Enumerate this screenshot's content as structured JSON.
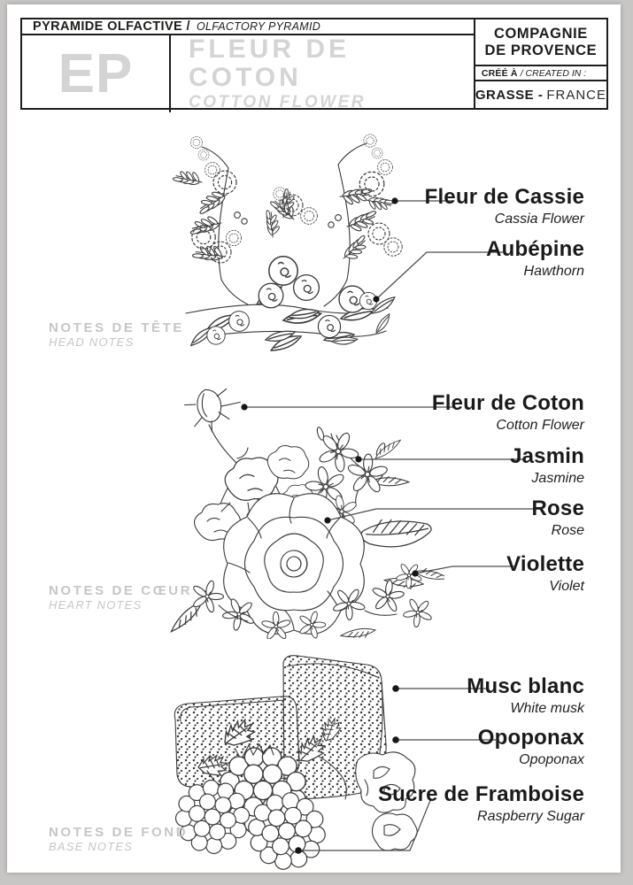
{
  "header": {
    "pyramid_fr": "PYRAMIDE OLFACTIVE /",
    "pyramid_en": "OLFACTORY PYRAMID",
    "logo": "EP",
    "product_fr": "FLEUR DE COTON",
    "product_en": "COTTON FLOWER",
    "brand": {
      "line1": "COMPAGNIE",
      "line2": "DE PROVENCE"
    },
    "created": {
      "fr": "CRÉÉ À",
      "en": "/ CREATED IN :"
    },
    "place": {
      "city": "GRASSE -",
      "country": "FRANCE"
    }
  },
  "sections": [
    {
      "label_fr": "NOTES DE TÊTE",
      "label_en": "HEAD NOTES",
      "notes": [
        {
          "fr": "Fleur de Cassie",
          "en": "Cassia Flower"
        },
        {
          "fr": "Aubépine",
          "en": "Hawthorn"
        }
      ]
    },
    {
      "label_fr": "NOTES DE CŒUR",
      "label_en": "HEART NOTES",
      "notes": [
        {
          "fr": "Fleur de Coton",
          "en": "Cotton Flower"
        },
        {
          "fr": "Jasmin",
          "en": "Jasmine"
        },
        {
          "fr": "Rose",
          "en": "Rose"
        },
        {
          "fr": "Violette",
          "en": "Violet"
        }
      ]
    },
    {
      "label_fr": "NOTES DE FOND",
      "label_en": "BASE NOTES",
      "notes": [
        {
          "fr": "Musc blanc",
          "en": "White musk"
        },
        {
          "fr": "Opoponax",
          "en": "Opoponax"
        },
        {
          "fr": "Sucre de Framboise",
          "en": "Raspberry Sugar"
        }
      ]
    }
  ],
  "colors": {
    "ink": "#1d1d1b",
    "muted_gray": "#c6c6c6",
    "logo_gray": "#d4d4d4",
    "leader_line": "#4a4a4a",
    "background": "#c8c6c4",
    "card": "#ffffff"
  }
}
